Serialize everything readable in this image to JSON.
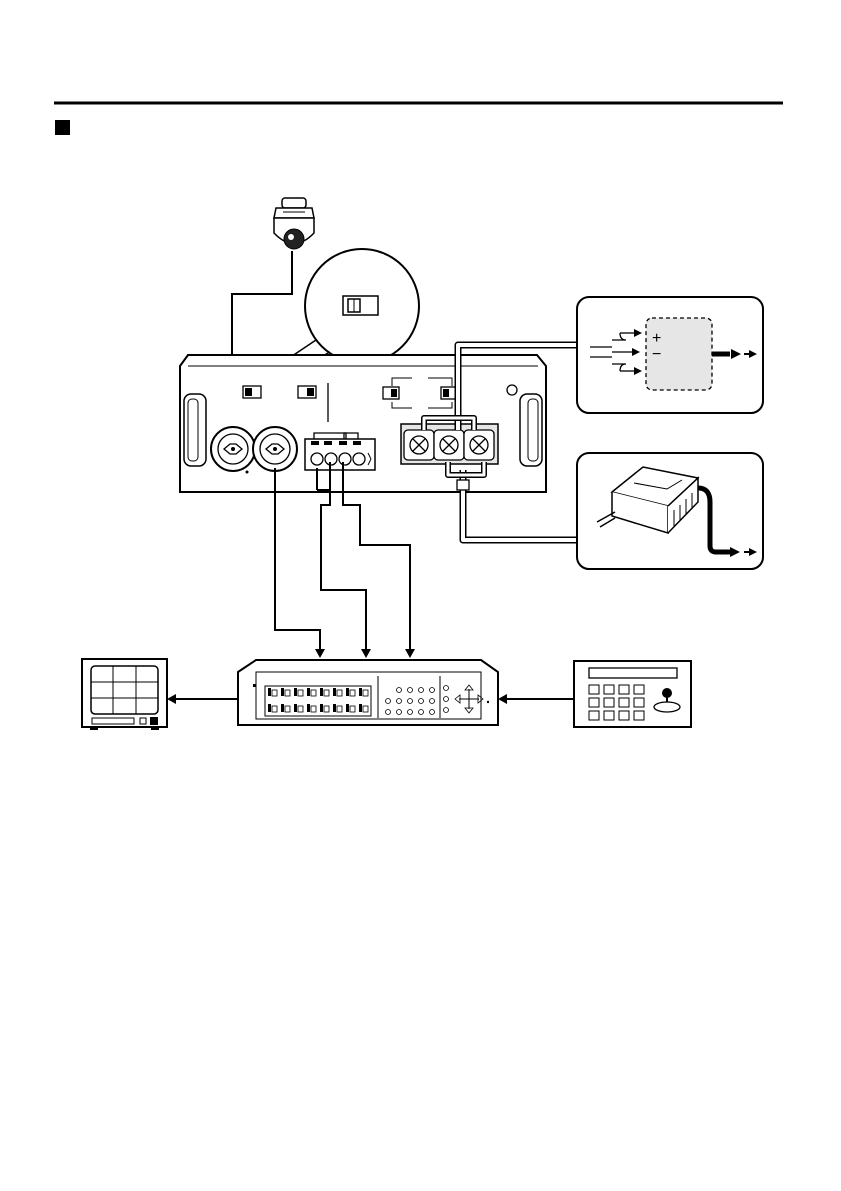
{
  "diagram": {
    "section_marker": "section-square-icon",
    "power_polarity": {
      "plus": "+",
      "minus": "−"
    },
    "components": [
      "dome-camera",
      "switch-detail-callout",
      "receiver-unit",
      "dc-power-source",
      "ac-adapter",
      "monitor",
      "system-controller",
      "keyboard-controller"
    ]
  },
  "colors": {
    "ink": "#000000",
    "paper": "#ffffff",
    "dashed_box_fill": "#e6e6e6",
    "body_fill": "#f2f2f2"
  }
}
